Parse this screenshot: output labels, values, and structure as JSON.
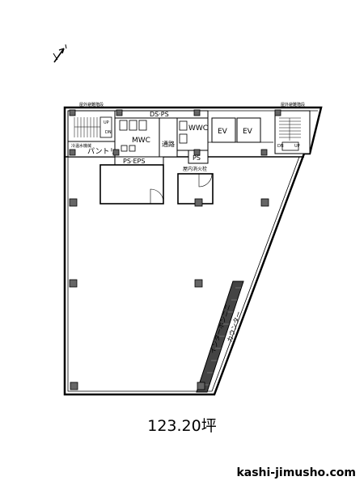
{
  "plan": {
    "north_symbol": "north-arrow-icon",
    "labels": {
      "stair_left_note": "屋外避難階段",
      "stair_right_note": "屋外避難階段",
      "up_left": "UP",
      "dn_left": "DN",
      "up_right": "UP",
      "dn_right": "DN",
      "ds_ps": "DS·PS",
      "mwc": "MWC",
      "wwc": "WWC",
      "ev1": "EV",
      "ev2": "EV",
      "pantry": "パントリー",
      "cold_heat": "冷温水機械",
      "passage": "通路",
      "ps_eps": "PS·EPS",
      "ps": "PS",
      "hydrant": "屋内消火栓",
      "counter": "カウンター",
      "interphone": "インターホンニニ"
    }
  },
  "area_label": "123.20坪",
  "site_url": "kashi-jimusho.com"
}
